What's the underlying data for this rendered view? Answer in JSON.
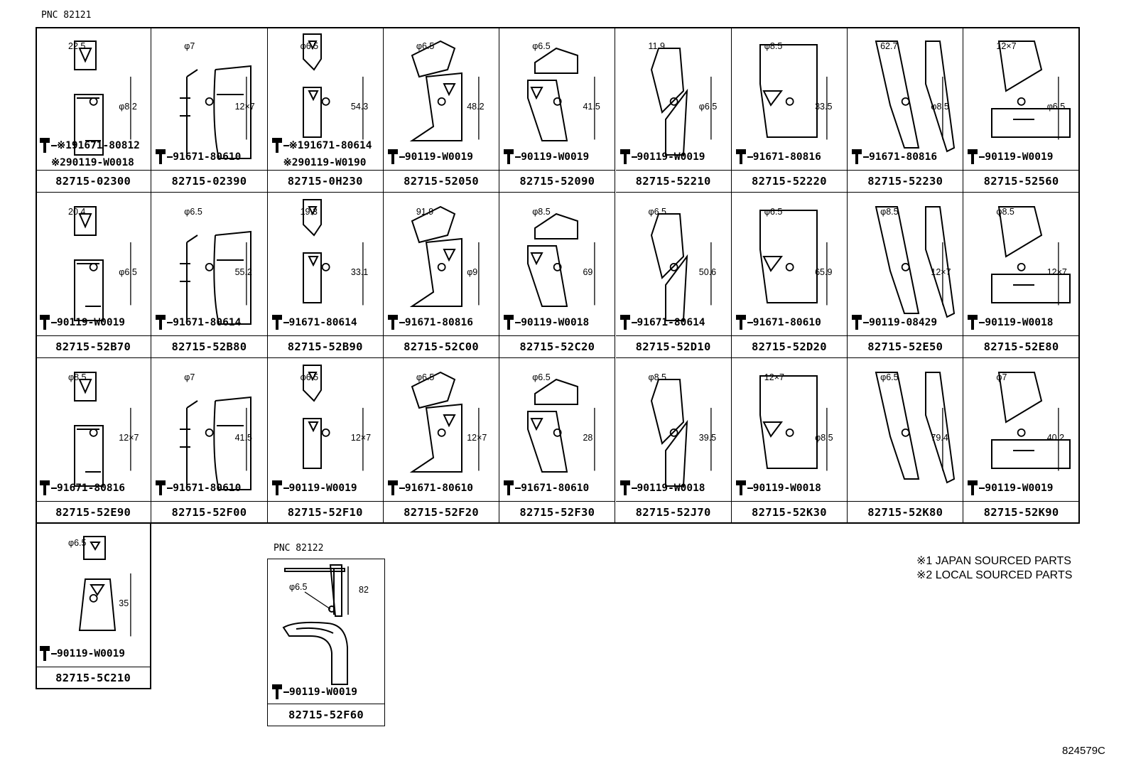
{
  "pnc_main": "PNC 82121",
  "pnc_second": "PNC 82122",
  "notes": [
    "※1 JAPAN SOURCED PARTS",
    "※2 LOCAL SOURCED PARTS"
  ],
  "ref_code": "824579C",
  "parts": [
    {
      "pn": "82715-02300",
      "bolt": "※191671-80812",
      "bolt2": "※290119-W0018",
      "dims": [
        "22.5",
        "φ8.2"
      ]
    },
    {
      "pn": "82715-02390",
      "bolt": "91671-80610",
      "dims": [
        "φ7",
        "12×7"
      ]
    },
    {
      "pn": "82715-0H230",
      "bolt": "※191671-80614",
      "bolt2": "※290119-W0190",
      "dims": [
        "φ6.5",
        "54.3"
      ]
    },
    {
      "pn": "82715-52050",
      "bolt": "90119-W0019",
      "dims": [
        "φ6.5",
        "48.2"
      ]
    },
    {
      "pn": "82715-52090",
      "bolt": "90119-W0019",
      "dims": [
        "φ6.5",
        "41.5"
      ]
    },
    {
      "pn": "82715-52210",
      "bolt": "90119-W0019",
      "dims": [
        "11.9",
        "φ6.5"
      ]
    },
    {
      "pn": "82715-52220",
      "bolt": "91671-80816",
      "dims": [
        "φ8.5",
        "33.5"
      ]
    },
    {
      "pn": "82715-52230",
      "bolt": "91671-80816",
      "dims": [
        "62.7",
        "φ8.5"
      ]
    },
    {
      "pn": "82715-52560",
      "bolt": "90119-W0019",
      "dims": [
        "12×7",
        "φ6.5"
      ]
    },
    {
      "pn": "82715-52B70",
      "bolt": "90119-W0019",
      "dims": [
        "20.4",
        "φ6.5"
      ]
    },
    {
      "pn": "82715-52B80",
      "bolt": "91671-80614",
      "dims": [
        "φ6.5",
        "55.2"
      ]
    },
    {
      "pn": "82715-52B90",
      "bolt": "91671-80614",
      "dims": [
        "19.3",
        "33.1"
      ]
    },
    {
      "pn": "82715-52C00",
      "bolt": "91671-80816",
      "dims": [
        "91.9",
        "φ9"
      ]
    },
    {
      "pn": "82715-52C20",
      "bolt": "90119-W0018",
      "dims": [
        "φ8.5",
        "69"
      ]
    },
    {
      "pn": "82715-52D10",
      "bolt": "91671-80614",
      "dims": [
        "φ6.5",
        "50.6"
      ]
    },
    {
      "pn": "82715-52D20",
      "bolt": "91671-80610",
      "dims": [
        "φ6.5",
        "65.9"
      ]
    },
    {
      "pn": "82715-52E50",
      "bolt": "90119-08429",
      "dims": [
        "φ8.5",
        "12×7"
      ]
    },
    {
      "pn": "82715-52E80",
      "bolt": "90119-W0018",
      "dims": [
        "φ8.5",
        "12×7"
      ]
    },
    {
      "pn": "82715-52E90",
      "bolt": "91671-80816",
      "dims": [
        "φ8.5",
        "12×7"
      ]
    },
    {
      "pn": "82715-52F00",
      "bolt": "91671-80610",
      "dims": [
        "φ7",
        "41.5"
      ]
    },
    {
      "pn": "82715-52F10",
      "bolt": "90119-W0019",
      "dims": [
        "φ6.5",
        "12×7"
      ]
    },
    {
      "pn": "82715-52F20",
      "bolt": "91671-80610",
      "dims": [
        "φ6.5",
        "12×7"
      ]
    },
    {
      "pn": "82715-52F30",
      "bolt": "91671-80610",
      "dims": [
        "φ6.5",
        "28"
      ]
    },
    {
      "pn": "82715-52J70",
      "bolt": "90119-W0018",
      "dims": [
        "φ8.5",
        "39.5"
      ]
    },
    {
      "pn": "82715-52K30",
      "bolt": "90119-W0018",
      "dims": [
        "12×7",
        "φ8.5"
      ]
    },
    {
      "pn": "82715-52K80",
      "bolt": "",
      "dims": [
        "φ6.5",
        "79.4"
      ]
    },
    {
      "pn": "82715-52K90",
      "bolt": "90119-W0019",
      "dims": [
        "φ7",
        "40.2"
      ]
    },
    {
      "pn": "82715-5C210",
      "bolt": "90119-W0019",
      "dims": [
        "φ6.5",
        "35"
      ]
    }
  ],
  "part_82122": {
    "pn": "82715-52F60",
    "bolt": "90119-W0019",
    "dims": [
      "φ6.5",
      "82"
    ]
  }
}
